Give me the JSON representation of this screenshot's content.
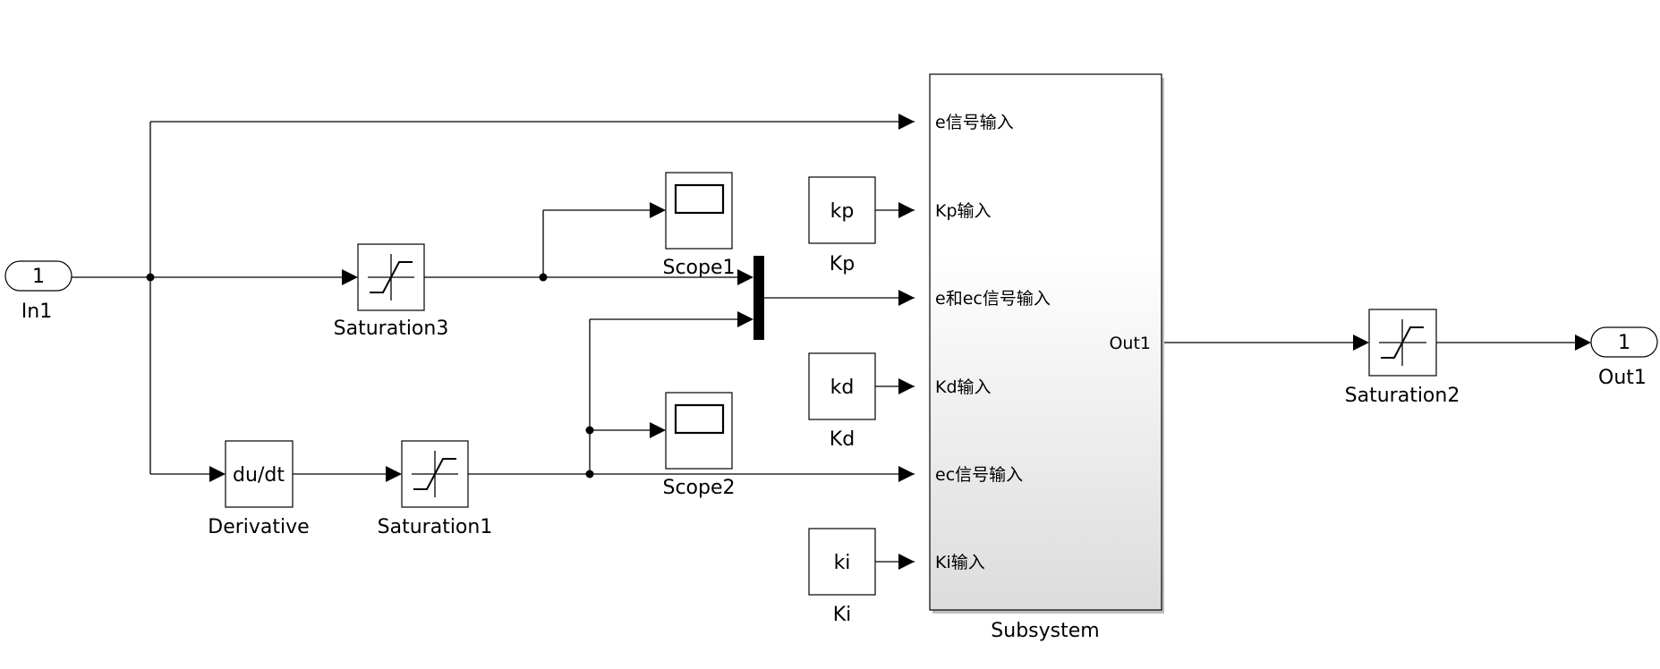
{
  "inport": {
    "number": "1",
    "name": "In1"
  },
  "outport": {
    "number": "1",
    "name": "Out1"
  },
  "derivative": {
    "expression": "du/dt",
    "name": "Derivative"
  },
  "saturations": {
    "sat1": "Saturation1",
    "sat2": "Saturation2",
    "sat3": "Saturation3"
  },
  "scopes": {
    "scope1": "Scope1",
    "scope2": "Scope2"
  },
  "gains": {
    "kp": {
      "value": "kp",
      "name": "Kp"
    },
    "kd": {
      "value": "kd",
      "name": "Kd"
    },
    "ki": {
      "value": "ki",
      "name": "Ki"
    }
  },
  "subsystem": {
    "name": "Subsystem",
    "inputs": [
      "e信号输入",
      "Kp输入",
      "e和ec信号输入",
      "Kd输入",
      "ec信号输入",
      "Ki输入"
    ],
    "output": "Out1"
  },
  "colors": {
    "line": "#000000",
    "subsystem_gradient_top": "#ffffff",
    "subsystem_gradient_bottom": "#dcdcdc"
  }
}
